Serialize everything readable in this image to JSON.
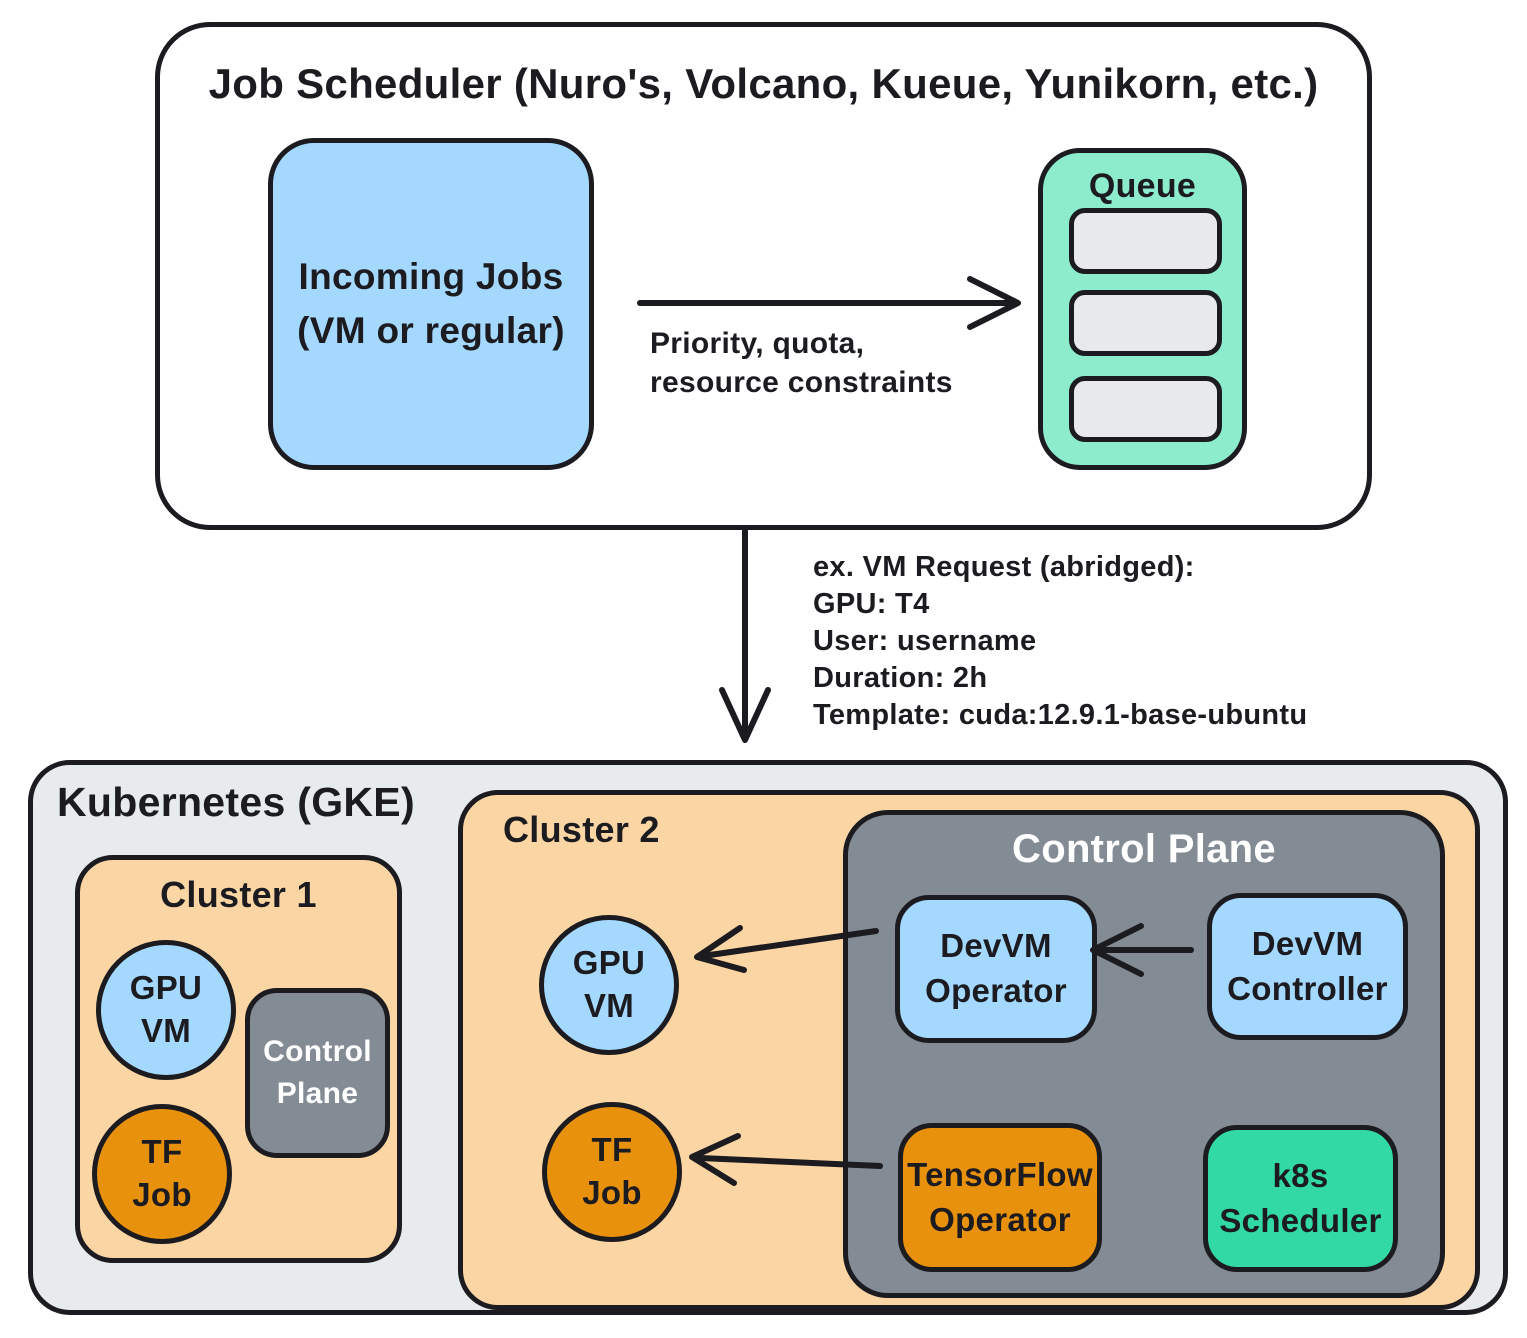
{
  "colors": {
    "ink": "#1b1b20",
    "blue": "#a5d8ff",
    "peach": "#fbd6a4",
    "mint": "#8deccb",
    "teal": "#33d9a3",
    "orange": "#e8910d",
    "gray": "#838b94",
    "panel_gray": "#e8ebee",
    "slot_gray": "#e7e9eb",
    "white": "#ffffff"
  },
  "scheduler": {
    "title": "Job Scheduler (Nuro's, Volcano, Kueue, Yunikorn, etc.)",
    "incoming_jobs": [
      "Incoming Jobs",
      "(VM or regular)"
    ],
    "flow_label": [
      "Priority, quota,",
      "resource constraints"
    ],
    "queue": {
      "title": "Queue",
      "slot_count": 3
    }
  },
  "vm_request": {
    "lines": [
      "ex. VM Request (abridged):",
      "GPU: T4",
      "User: username",
      "Duration: 2h",
      "Template: cuda:12.9.1-base-ubuntu"
    ]
  },
  "kubernetes": {
    "title": "Kubernetes (GKE)",
    "cluster1": {
      "title": "Cluster 1",
      "gpu_vm": [
        "GPU",
        "VM"
      ],
      "control_plane": [
        "Control",
        "Plane"
      ],
      "tf_job": [
        "TF",
        "Job"
      ]
    },
    "cluster2": {
      "title": "Cluster 2",
      "gpu_vm": [
        "GPU",
        "VM"
      ],
      "tf_job": [
        "TF",
        "Job"
      ],
      "control_plane": {
        "title": "Control Plane",
        "devvm_operator": [
          "DevVM",
          "Operator"
        ],
        "devvm_controller": [
          "DevVM",
          "Controller"
        ],
        "tensorflow_operator": [
          "TensorFlow",
          "Operator"
        ],
        "k8s_scheduler": [
          "k8s",
          "Scheduler"
        ]
      }
    }
  }
}
